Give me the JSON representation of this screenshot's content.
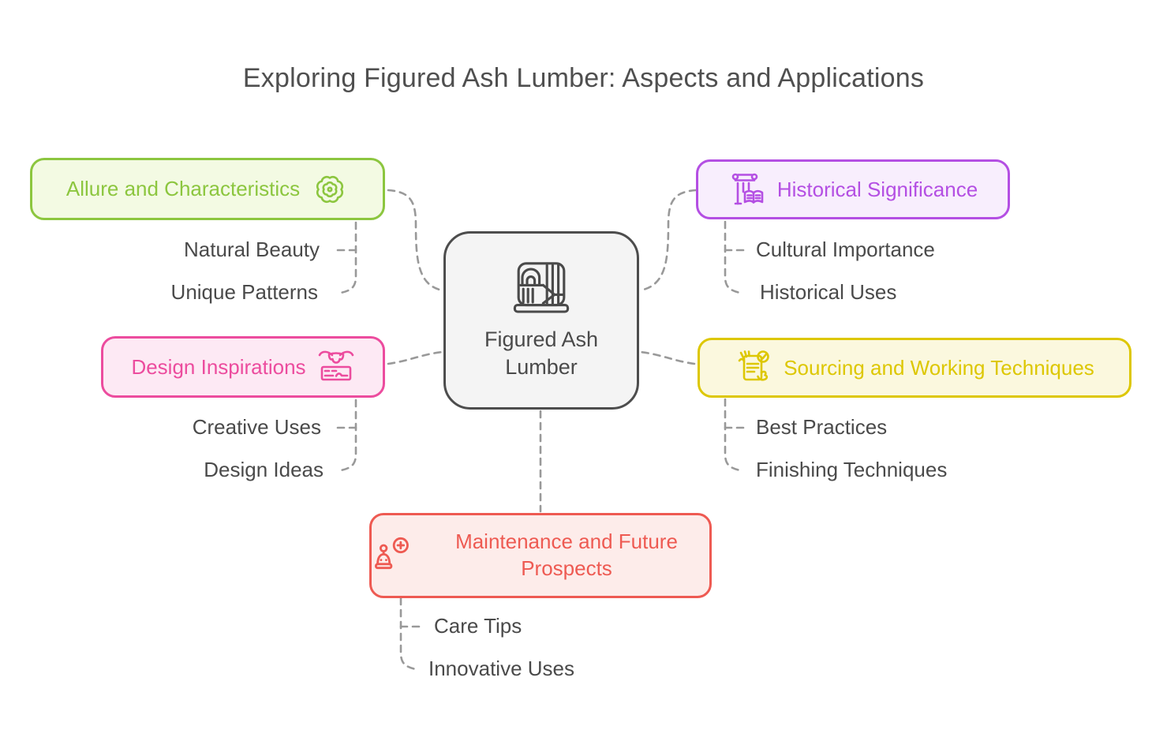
{
  "title": "Exploring Figured Ash Lumber: Aspects and Applications",
  "title_color": "#4F4F4F",
  "text_color": "#4A4A4A",
  "connector_color": "#999999",
  "center": {
    "label": "Figured Ash Lumber",
    "icon": "wood-lumber-icon",
    "border": "#4D4D4D",
    "bg": "#F4F4F4",
    "text_color": "#4A4A4A"
  },
  "branches": [
    {
      "label": "Allure and Characteristics",
      "icon": "rosette-badge-icon",
      "color": "#8CC63F",
      "bg": "#F3FAE3",
      "children": [
        "Natural Beauty",
        "Unique Patterns"
      ]
    },
    {
      "label": "Historical Significance",
      "icon": "column-book-icon",
      "color": "#B44FE3",
      "bg": "#F8EEFD",
      "children": [
        "Cultural Importance",
        "Historical Uses"
      ]
    },
    {
      "label": "Design Inspirations",
      "icon": "bull-plank-icon",
      "color": "#EC4C9E",
      "bg": "#FDE9F4",
      "children": [
        "Creative Uses",
        "Design Ideas"
      ]
    },
    {
      "label": "Sourcing and Working Techniques",
      "icon": "hands-checklist-icon",
      "color": "#DDC702",
      "bg": "#FBF8DE",
      "children": [
        "Best Practices",
        "Finishing Techniques"
      ]
    },
    {
      "label": "Maintenance and Future Prospects",
      "icon": "robot-plus-badge-icon",
      "color": "#EE5A52",
      "bg": "#FDECEA",
      "children": [
        "Care Tips",
        "Innovative Uses"
      ]
    }
  ]
}
